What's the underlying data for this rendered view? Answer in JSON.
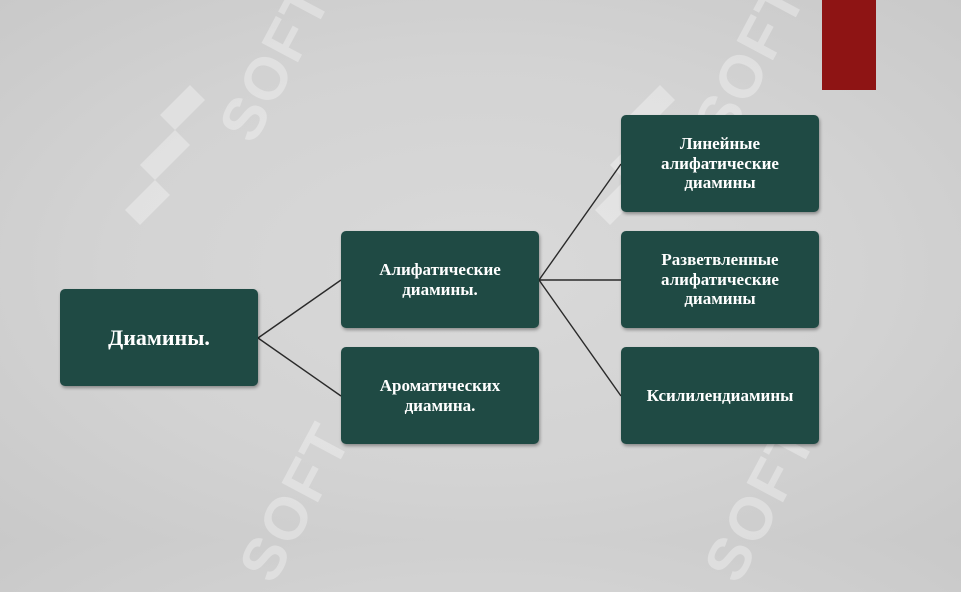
{
  "watermark": {
    "text": "SOFT"
  },
  "colors": {
    "node_fill": "#1f4a44",
    "node_text": "#ffffff",
    "connector": "#2a2a2a",
    "accent": "#8e1414",
    "background": "#d3d3d3"
  },
  "diagram": {
    "root": {
      "label": "Диамины."
    },
    "level1": [
      {
        "label": "Алифатические\nдиамины."
      },
      {
        "label": "Ароматических\nдиамина."
      }
    ],
    "level2": [
      {
        "label": "Линейные\nалифатические\nдиамины"
      },
      {
        "label": "Разветвленные\nалифатические\nдиамины"
      },
      {
        "label": "Ксилилендиамины"
      }
    ]
  }
}
